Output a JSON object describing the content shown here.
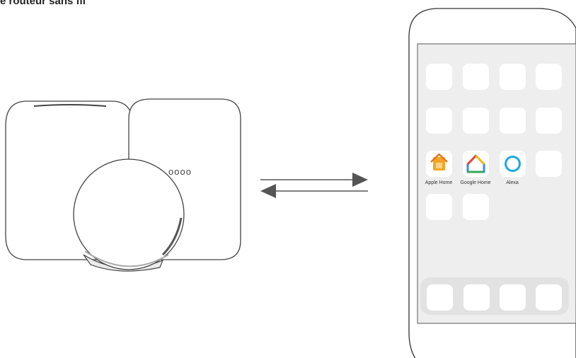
{
  "heading": "e routeur sans fil",
  "phone": {
    "apps": [
      {
        "name": "Apple Home",
        "icon": "apple-home-icon",
        "color": "#F5A623"
      },
      {
        "name": "Google Home",
        "icon": "google-home-icon",
        "color": "#4285F4"
      },
      {
        "name": "Alexa",
        "icon": "alexa-icon",
        "color": "#1EA7E1"
      }
    ]
  },
  "speaker_dots": "oooo",
  "colors": {
    "stroke": "#444444",
    "screen_bg": "#eeeeee",
    "tile": "#ffffff",
    "dock_bg": "#e2e2e2"
  }
}
